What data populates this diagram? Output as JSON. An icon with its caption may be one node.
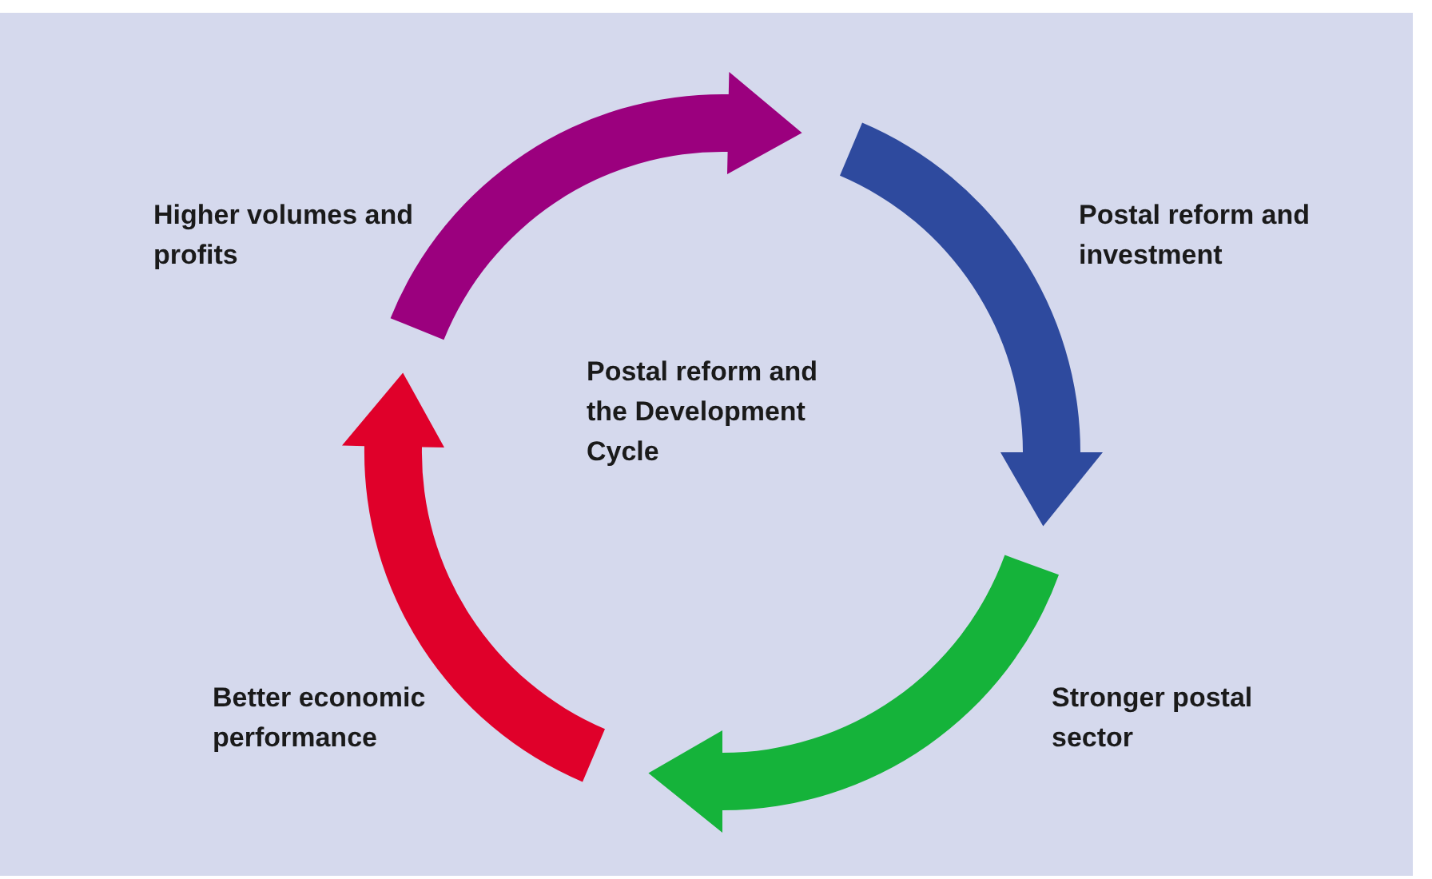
{
  "diagram": {
    "title": "Postal reform and the Development Cycle",
    "labels": [
      "Higher volumes and profits",
      "Postal reform and investment",
      "Stronger postal sector",
      "Better economic performance"
    ]
  }
}
